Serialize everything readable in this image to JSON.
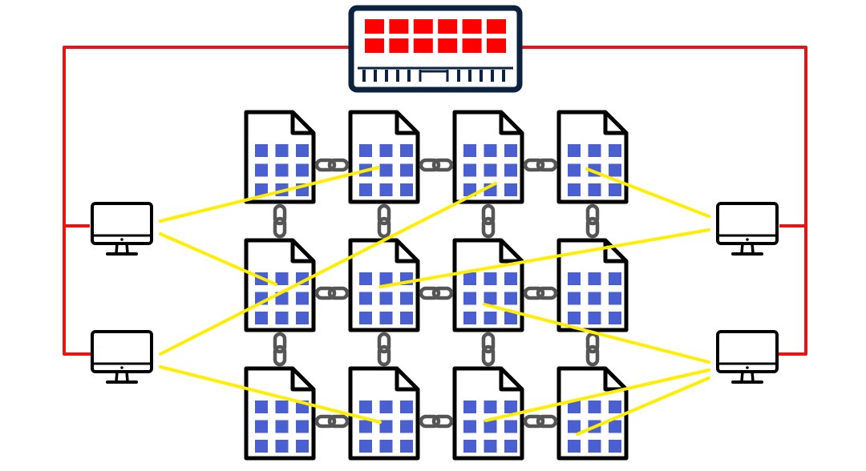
{
  "diagram": {
    "colors": {
      "background": "#ffffff",
      "network_line": "#ee1111",
      "link_line": "#ffee00",
      "outline": "#000000",
      "memory_frame": "#0c2340",
      "memory_cell": "#ff0000",
      "doc_cell": "#4a5fd0",
      "chain": "#555555"
    },
    "memory_module": {
      "icon": "memory-module-icon",
      "cell_rows": 2,
      "cell_cols": 6
    },
    "computers": [
      {
        "id": "left-top",
        "icon": "desktop-computer-icon"
      },
      {
        "id": "left-bottom",
        "icon": "desktop-computer-icon"
      },
      {
        "id": "right-top",
        "icon": "desktop-computer-icon"
      },
      {
        "id": "right-bottom",
        "icon": "desktop-computer-icon"
      }
    ],
    "document_grid": {
      "rows": 3,
      "cols": 4,
      "icon": "spreadsheet-document-icon",
      "cells_per_doc": 9
    },
    "page_links": {
      "icon": "chain-link-icon",
      "horizontal": true,
      "vertical": true
    },
    "connections": [
      {
        "computer": "left-top",
        "doc": [
          0,
          1
        ]
      },
      {
        "computer": "left-top",
        "doc": [
          1,
          0
        ]
      },
      {
        "computer": "left-bottom",
        "doc": [
          0,
          2
        ]
      },
      {
        "computer": "left-bottom",
        "doc": [
          2,
          1
        ]
      },
      {
        "computer": "right-top",
        "doc": [
          0,
          3
        ]
      },
      {
        "computer": "right-top",
        "doc": [
          1,
          1
        ]
      },
      {
        "computer": "right-bottom",
        "doc": [
          1,
          2
        ]
      },
      {
        "computer": "right-bottom",
        "doc": [
          2,
          2
        ]
      },
      {
        "computer": "right-bottom",
        "doc": [
          2,
          3
        ]
      }
    ]
  }
}
